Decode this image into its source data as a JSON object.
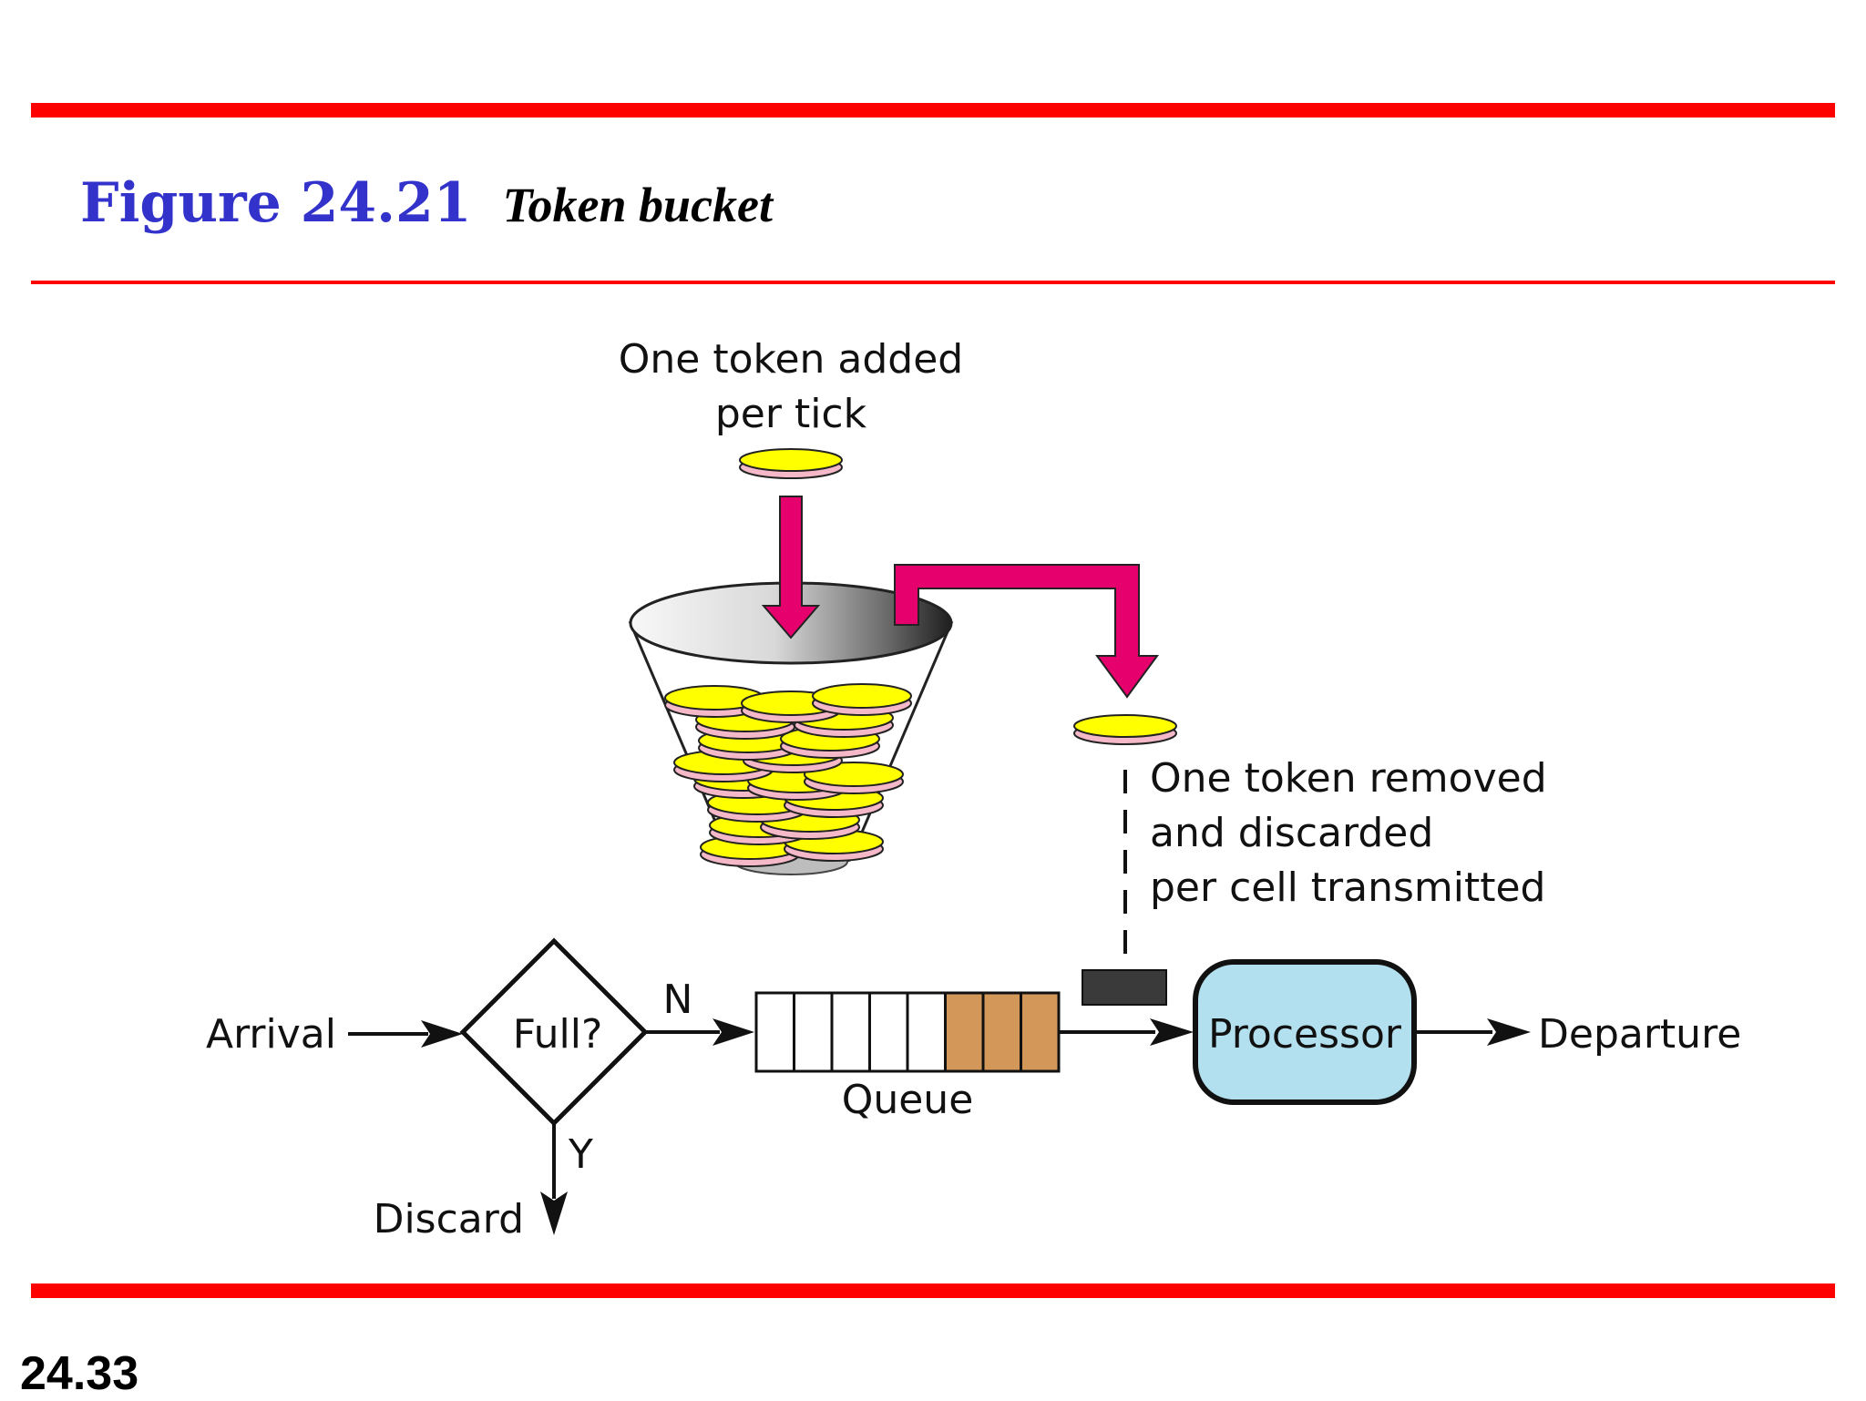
{
  "title": {
    "figure_number": "Figure 24.21",
    "caption": "Token bucket"
  },
  "slide_number": "24.33",
  "diagram": {
    "token_added_label_line1": "One token added",
    "token_added_label_line2": "per tick",
    "token_removed_label_line1": "One token removed",
    "token_removed_label_line2": "and discarded",
    "token_removed_label_line3": "per cell transmitted",
    "arrival_label": "Arrival",
    "decision_label": "Full?",
    "no_label": "N",
    "yes_label": "Y",
    "discard_label": "Discard",
    "queue_label": "Queue",
    "processor_label": "Processor",
    "departure_label": "Departure",
    "queue_slots_total": 8,
    "queue_slots_filled": 3
  },
  "colors": {
    "rule": "#ff0000",
    "figure_number": "#3333cc",
    "token_top": "#ffff00",
    "token_edge": "#f4b8c8",
    "flow_arrow": "#e6006e",
    "queue_filled": "#d4975a",
    "processor_fill": "#b3e0ee",
    "cell_block": "#3a3a3a"
  }
}
